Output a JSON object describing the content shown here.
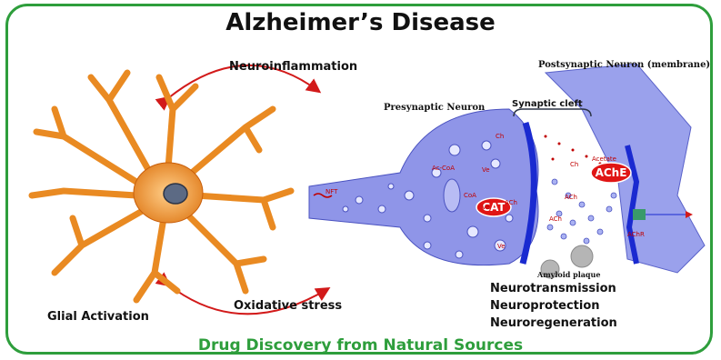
{
  "title": "Alzheimer’s Disease",
  "labels": {
    "neuroinflammation": "Neuroinflammation",
    "oxidative_stress": "Oxidative stress",
    "glial_activation": "Glial Activation",
    "presynaptic": "Presynaptic Neuron",
    "postsynaptic": "Postsynaptic Neuron (membrane)",
    "synaptic_cleft": "Synaptic cleft",
    "amyloid_plaque": "Amyloid plaque",
    "nft": "NFT",
    "cat": "CAT",
    "ache": "AChE",
    "ac_coa": "Ac-CoA",
    "coa": "CoA",
    "ach": "ACh",
    "ch": "Ch",
    "acetate": "Acetate",
    "ve": "Ve",
    "achr": "AChR"
  },
  "outcomes": [
    "Neurotransmission",
    "Neuroprotection",
    "Neuroregeneration"
  ],
  "footer": "Drug Discovery from Natural Sources",
  "colors": {
    "frame": "#2e9e3c",
    "glial_cell": "#e07b1a",
    "neuron": "#8f95e8",
    "enzyme": "#e01515",
    "arrow": "#d21a1a"
  }
}
